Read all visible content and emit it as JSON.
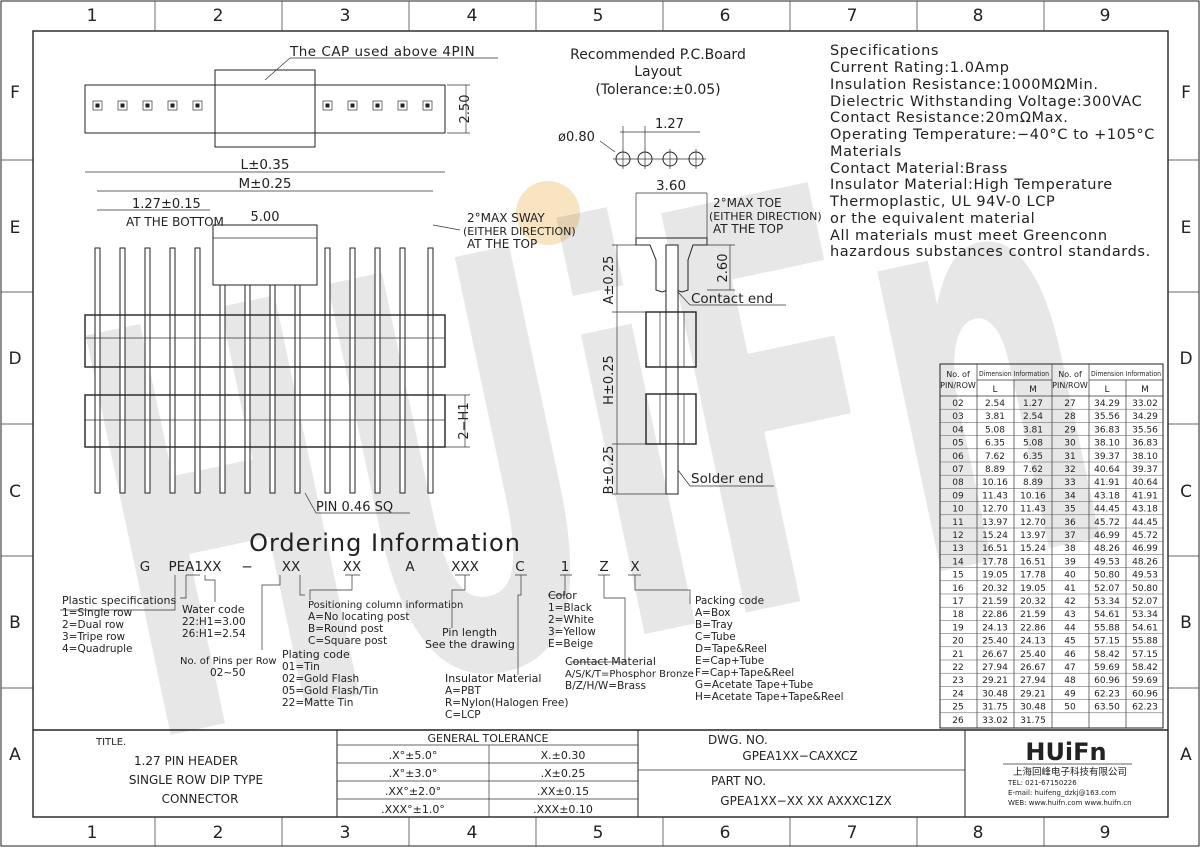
{
  "grid": {
    "cols": [
      "1",
      "2",
      "3",
      "4",
      "5",
      "6",
      "7",
      "8",
      "9"
    ],
    "rows": [
      "F",
      "E",
      "D",
      "C",
      "B",
      "A"
    ]
  },
  "top_view": {
    "cap_note": "The CAP used above 4PIN",
    "height_dim": "2.50"
  },
  "pcb_layout": {
    "title_line1": "Recommended P.C.Board",
    "title_line2": "Layout",
    "tolerance": "(Tolerance:±0.05)",
    "hole_dim": "ø0.80",
    "pitch_dim": "1.27"
  },
  "specifications": {
    "lines": [
      "Specifications",
      "Current Rating:1.0Amp",
      "Insulation Resistance:1000MΩMin.",
      "Dielectric Withstanding Voltage:300VAC",
      "Contact Resistance:20mΩMax.",
      "Operating Temperature:−40°C to +105°C",
      "Materials",
      "Contact Material:Brass",
      "Insulator Material:High Temperature",
      "Thermoplastic, UL 94V-0 LCP",
      "or the equivalent material",
      "All materials must meet Greenconn",
      "hazardous substances control standards."
    ]
  },
  "front_view": {
    "dim_L": "L±0.35",
    "dim_M": "M±0.25",
    "dim_pitch": "1.27±0.15",
    "pitch_note": "AT THE BOTTOM",
    "dim_cap": "5.00",
    "sway_line1": "2°MAX SWAY",
    "sway_line2": "(EITHER DIRECTION)",
    "sway_line3": "AT THE TOP",
    "dim_h1": "2−H1",
    "pin_note": "PIN 0.46 SQ"
  },
  "side_view": {
    "dim_width": "3.60",
    "toe_line1": "2°MAX TOE",
    "toe_line2": "(EITHER DIRECTION)",
    "toe_line3": "AT THE TOP",
    "dim_cap_h": "2.60",
    "dim_a": "A±0.25",
    "dim_h": "H±0.25",
    "dim_b": "B±0.25",
    "contact_end": "Contact end",
    "solder_end": "Solder end"
  },
  "ordering": {
    "title": "Ordering Information",
    "code": [
      "G",
      "PEA1XX",
      "−",
      "XX",
      "XX",
      "A",
      "XXX",
      "C",
      "1",
      "Z",
      "X"
    ],
    "plastic": [
      "Plastic specifications",
      "1=Single row",
      "2=Dual row",
      "3=Tripe row",
      "4=Quadruple"
    ],
    "water": [
      "Water code",
      "22:H1=3.00",
      "26:H1=2.54"
    ],
    "pins": [
      "No. of Pins per Row",
      "02~50"
    ],
    "positioning": [
      "Positioning column information",
      "A=No locating post",
      "B=Round post",
      "C=Square post"
    ],
    "plating": [
      "Plating code",
      "01=Tin",
      "02=Gold Flash",
      "05=Gold Flash/Tin",
      "22=Matte Tin"
    ],
    "pin_length": [
      "Pin length",
      "See the drawing"
    ],
    "insulator": [
      "Insulator Material",
      "A=PBT",
      "R=Nylon(Halogen Free)",
      "C=LCP"
    ],
    "color": [
      "Color",
      "1=Black",
      "2=White",
      "3=Yellow",
      "E=Beige"
    ],
    "contact": [
      "Contact Material",
      "A/S/K/T=Phosphor Bronze",
      "B/Z/H/W=Brass"
    ],
    "packing": [
      "Packing code",
      "A=Box",
      "B=Tray",
      "C=Tube",
      "D=Tape&Reel",
      "E=Cap+Tube",
      "F=Cap+Tape&Reel",
      "G=Acetate Tape+Tube",
      "H=Acetate Tape+Tape&Reel"
    ]
  },
  "dim_table": {
    "header_pins": [
      "No. of",
      "PIN/ROW"
    ],
    "header_dim": "Dimension Information",
    "header_L": "L",
    "header_M": "M",
    "left": [
      [
        "02",
        "2.54",
        "1.27"
      ],
      [
        "03",
        "3.81",
        "2.54"
      ],
      [
        "04",
        "5.08",
        "3.81"
      ],
      [
        "05",
        "6.35",
        "5.08"
      ],
      [
        "06",
        "7.62",
        "6.35"
      ],
      [
        "07",
        "8.89",
        "7.62"
      ],
      [
        "08",
        "10.16",
        "8.89"
      ],
      [
        "09",
        "11.43",
        "10.16"
      ],
      [
        "10",
        "12.70",
        "11.43"
      ],
      [
        "11",
        "13.97",
        "12.70"
      ],
      [
        "12",
        "15.24",
        "13.97"
      ],
      [
        "13",
        "16.51",
        "15.24"
      ],
      [
        "14",
        "17.78",
        "16.51"
      ],
      [
        "15",
        "19.05",
        "17.78"
      ],
      [
        "16",
        "20.32",
        "19.05"
      ],
      [
        "17",
        "21.59",
        "20.32"
      ],
      [
        "18",
        "22.86",
        "21.59"
      ],
      [
        "19",
        "24.13",
        "22.86"
      ],
      [
        "20",
        "25.40",
        "24.13"
      ],
      [
        "21",
        "26.67",
        "25.40"
      ],
      [
        "22",
        "27.94",
        "26.67"
      ],
      [
        "23",
        "29.21",
        "27.94"
      ],
      [
        "24",
        "30.48",
        "29.21"
      ],
      [
        "25",
        "31.75",
        "30.48"
      ],
      [
        "26",
        "33.02",
        "31.75"
      ]
    ],
    "right": [
      [
        "27",
        "34.29",
        "33.02"
      ],
      [
        "28",
        "35.56",
        "34.29"
      ],
      [
        "29",
        "36.83",
        "35.56"
      ],
      [
        "30",
        "38.10",
        "36.83"
      ],
      [
        "31",
        "39.37",
        "38.10"
      ],
      [
        "32",
        "40.64",
        "39.37"
      ],
      [
        "33",
        "41.91",
        "40.64"
      ],
      [
        "34",
        "43.18",
        "41.91"
      ],
      [
        "35",
        "44.45",
        "43.18"
      ],
      [
        "36",
        "45.72",
        "44.45"
      ],
      [
        "37",
        "46.99",
        "45.72"
      ],
      [
        "38",
        "48.26",
        "46.99"
      ],
      [
        "39",
        "49.53",
        "48.26"
      ],
      [
        "40",
        "50.80",
        "49.53"
      ],
      [
        "41",
        "52.07",
        "50.80"
      ],
      [
        "42",
        "53.34",
        "52.07"
      ],
      [
        "43",
        "54.61",
        "53.34"
      ],
      [
        "44",
        "55.88",
        "54.61"
      ],
      [
        "45",
        "57.15",
        "55.88"
      ],
      [
        "46",
        "58.42",
        "57.15"
      ],
      [
        "47",
        "59.69",
        "58.42"
      ],
      [
        "48",
        "60.96",
        "59.69"
      ],
      [
        "49",
        "62.23",
        "60.96"
      ],
      [
        "50",
        "63.50",
        "62.23"
      ]
    ]
  },
  "title_block": {
    "title_label": "TITLE.",
    "title_lines": [
      "1.27 PIN HEADER",
      "SINGLE ROW DIP TYPE",
      "CONNECTOR"
    ],
    "tolerance_title": "GENERAL TOLERANCE",
    "tolerance_rows": [
      [
        ".X°±5.0°",
        "X.±0.30"
      ],
      [
        ".X°±3.0°",
        ".X±0.25"
      ],
      [
        ".XX°±2.0°",
        ".XX±0.15"
      ],
      [
        ".XXX°±1.0°",
        ".XXX±0.10"
      ]
    ],
    "dwg_label": "DWG. NO.",
    "dwg_value": "GPEA1XX−CAXXCZ",
    "part_label": "PART NO.",
    "part_value": "GPEA1XX−XX XX AXXXC1ZX",
    "company_logo": "HUiFn",
    "company_name": "上海回峰电子科技有限公司",
    "tel": "TEL: 021-67150226",
    "email": "E-mail: huifeng_dzkj@163.com",
    "web": "WEB: www.huifn.com  www.huifn.cn"
  },
  "watermark": "HUiFn",
  "colors": {
    "line": "#222222",
    "watermark": "#1e3fa8",
    "highlight": "#f6d9a8"
  }
}
